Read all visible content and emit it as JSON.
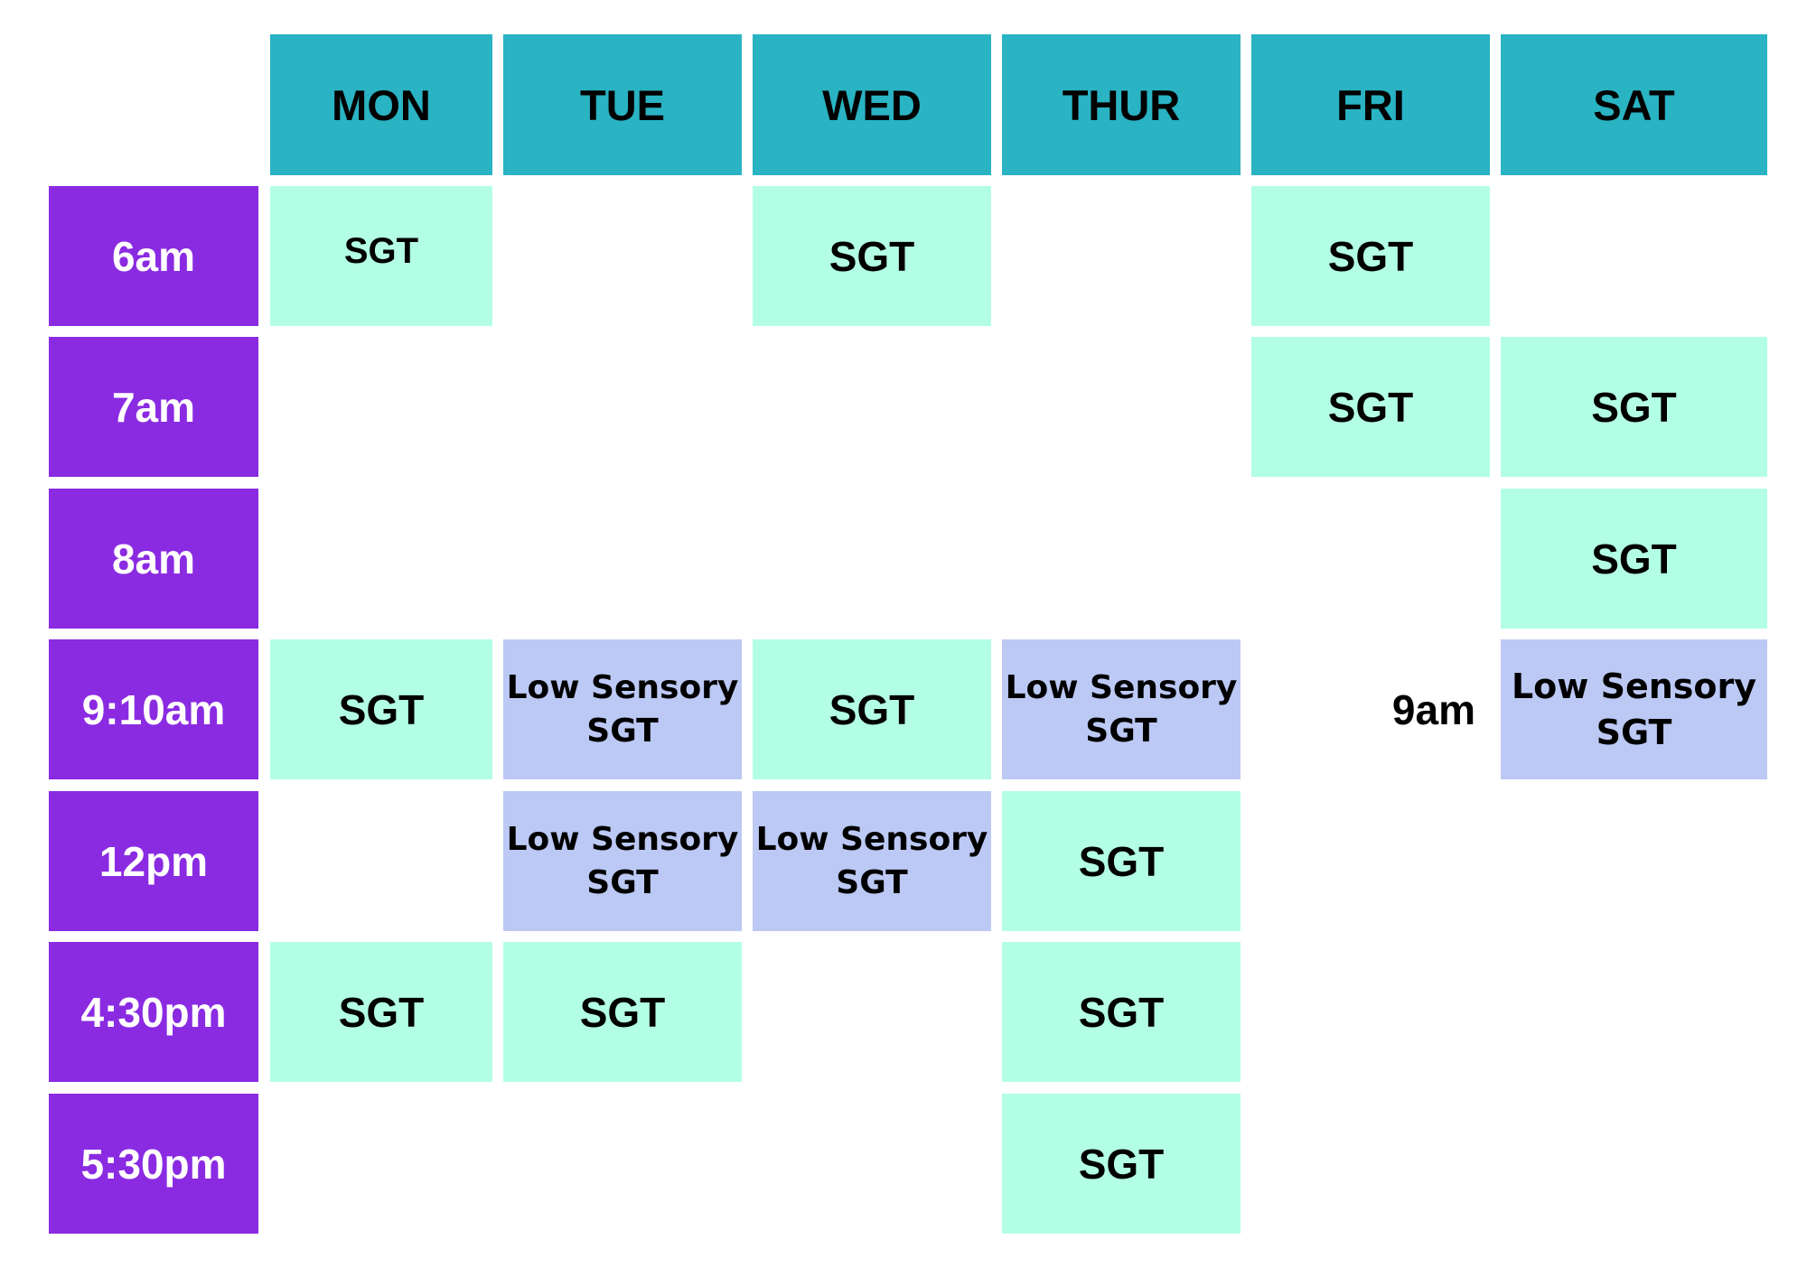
{
  "days": [
    "MON",
    "TUE",
    "WED",
    "THUR",
    "FRI",
    "SAT"
  ],
  "times": [
    "6am",
    "7am",
    "8am",
    "9:10am",
    "12pm",
    "4:30pm",
    "5:30pm"
  ],
  "sessions": {
    "sgt": "SGT",
    "low_sensory_line1": "Low Sensory",
    "low_sensory_line2": "SGT"
  },
  "fri_9_note": "9am",
  "colors": {
    "day_header": "#29B3C3",
    "time_label": "#8A2BE2",
    "sgt": "#B3FFE5",
    "low_sensory": "#BCC9F5"
  }
}
